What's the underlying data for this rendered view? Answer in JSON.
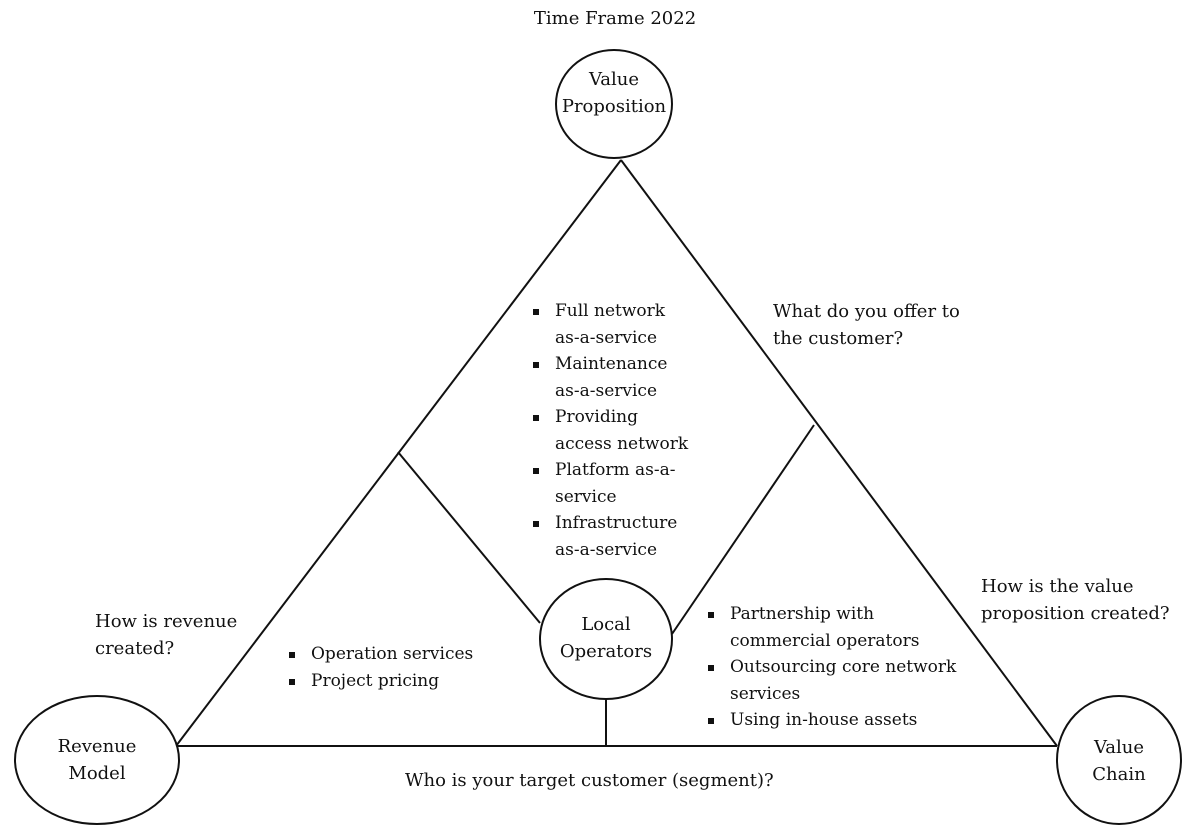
{
  "title": "Time Frame 2022",
  "nodes": {
    "value_proposition": {
      "line1": "Value",
      "line2": "Proposition"
    },
    "local_operators": {
      "line1": "Local",
      "line2": "Operators"
    },
    "revenue_model": {
      "line1": "Revenue",
      "line2": "Model"
    },
    "value_chain": {
      "line1": "Value",
      "line2": "Chain"
    }
  },
  "questions": {
    "offer": {
      "line1": "What do you offer to",
      "line2": "the customer?"
    },
    "revenue": {
      "line1": "How is revenue",
      "line2": "created?"
    },
    "value_created": {
      "line1": "How is the value",
      "line2": "proposition created?"
    },
    "target": "Who is your target customer (segment)?"
  },
  "lists": {
    "value_proposition_items": [
      {
        "line1": "Full network",
        "line2": "as-a-service"
      },
      {
        "line1": "Maintenance",
        "line2": "as-a-service"
      },
      {
        "line1": "Providing",
        "line2": "access network"
      },
      {
        "line1": "Platform as-a-",
        "line2": "service"
      },
      {
        "line1": "Infrastructure",
        "line2": "as-a-service"
      }
    ],
    "revenue_items": [
      "Operation services",
      "Project pricing"
    ],
    "value_chain_items": [
      {
        "line1": "Partnership with",
        "line2": "commercial operators"
      },
      {
        "line1": "Outsourcing core network",
        "line2": "services"
      },
      {
        "line1": "Using in-house assets",
        "line2": ""
      }
    ]
  }
}
